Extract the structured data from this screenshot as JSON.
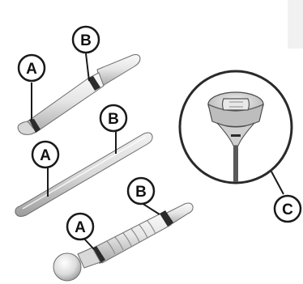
{
  "labels": {
    "a": "A",
    "b": "B",
    "c": "C"
  },
  "colors": {
    "outline": "#333333",
    "rod_light": "#eeeeee",
    "rod_mid": "#cfcfcf",
    "rod_dark": "#9a9a9a",
    "ring": "#2b2b2b",
    "callout_fill": "#ffffff"
  }
}
